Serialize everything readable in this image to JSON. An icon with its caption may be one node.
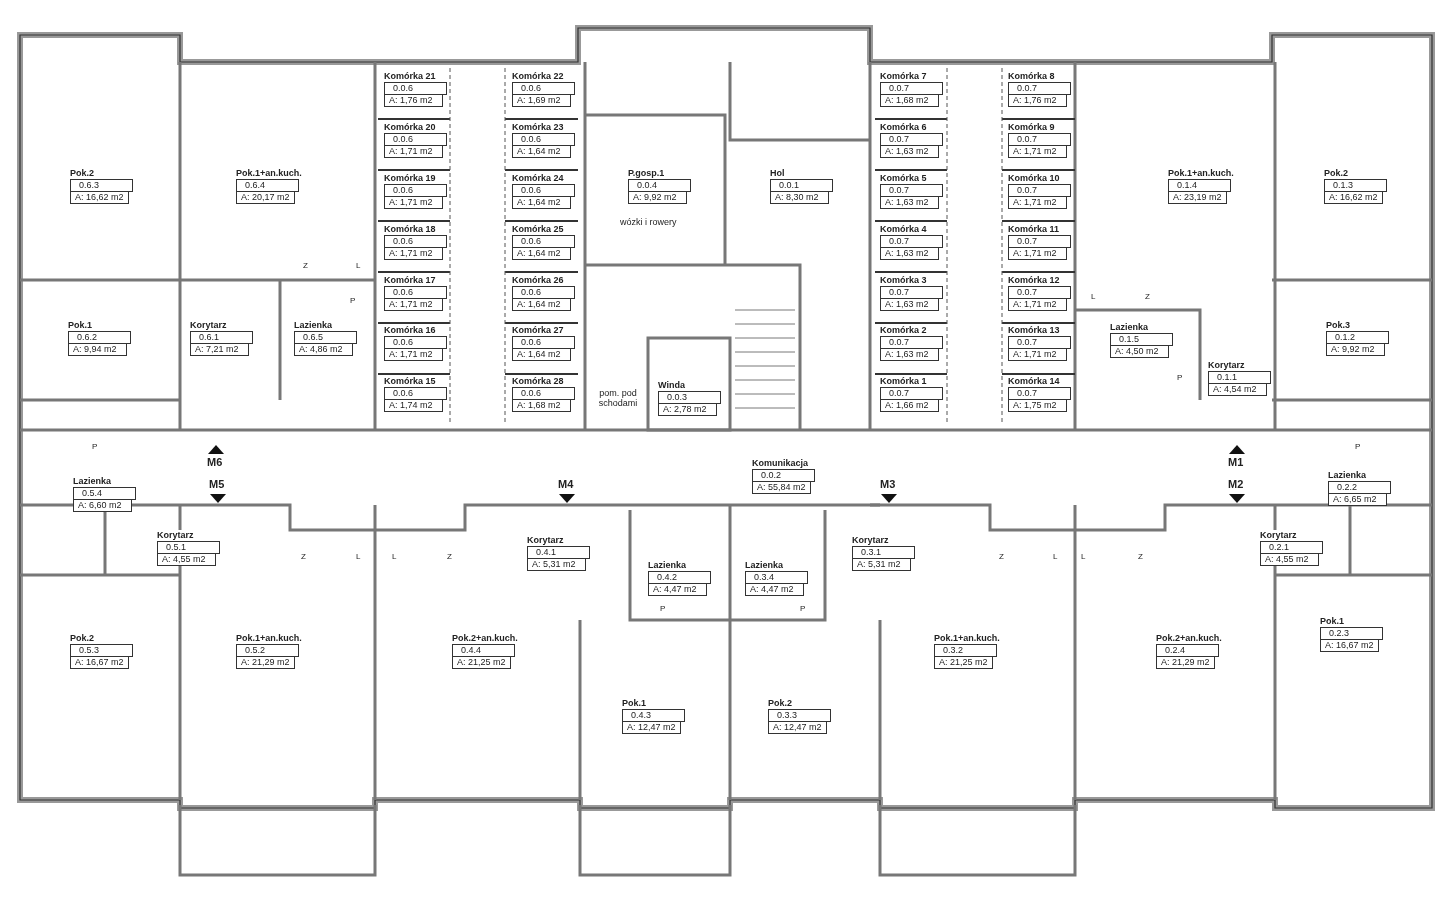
{
  "diagram": {
    "nodes": [
      {
        "text": [
          "Pok.2",
          "0.6.3",
          "A: 16,62 m2"
        ]
      },
      {
        "text": [
          "Pok.1+an.kuch.",
          "0.6.4",
          "A: 20,17 m2"
        ]
      },
      {
        "text": [
          "Komórka 21",
          "0.0.6",
          "A: 1,76 m2"
        ]
      },
      {
        "text": [
          "Komórka 22",
          "0.0.6",
          "A: 1,69 m2"
        ]
      },
      {
        "text": [
          "Komórka 20",
          "0.0.6",
          "A: 1,71 m2"
        ]
      },
      {
        "text": [
          "Komórka 23",
          "0.0.6",
          "A: 1,64 m2"
        ]
      },
      {
        "text": [
          "Komórka 19",
          "0.0.6",
          "A: 1,71 m2"
        ]
      },
      {
        "text": [
          "Komórka 24",
          "0.0.6",
          "A: 1,64 m2"
        ]
      },
      {
        "text": [
          "Komórka 18",
          "0.0.6",
          "A: 1,71 m2"
        ]
      },
      {
        "text": [
          "Komórka 25",
          "0.0.6",
          "A: 1,64 m2"
        ]
      },
      {
        "text": [
          "Komórka 17",
          "0.0.6",
          "A: 1,71 m2"
        ]
      },
      {
        "text": [
          "Komórka 26",
          "0.0.6",
          "A: 1,64 m2"
        ]
      },
      {
        "text": [
          "Komórka 16",
          "0.0.6",
          "A: 1,71 m2"
        ]
      },
      {
        "text": [
          "Komórka 27",
          "0.0.6",
          "A: 1,64 m2"
        ]
      },
      {
        "text": [
          "Komórka 15",
          "0.0.6",
          "A: 1,74 m2"
        ]
      },
      {
        "text": [
          "Komórka 28",
          "0.0.6",
          "A: 1,68 m2"
        ]
      },
      {
        "text": [
          "P.gosp.1",
          "0.0.4",
          "A: 9,92 m2"
        ]
      },
      {
        "text": [
          "Hol",
          "0.0.1",
          "A: 8,30 m2"
        ]
      },
      {
        "text": [
          "Komórka 7",
          "0.0.7",
          "A: 1,68 m2"
        ]
      },
      {
        "text": [
          "Komórka 8",
          "0.0.7",
          "A: 1,76 m2"
        ]
      },
      {
        "text": [
          "Komórka 6",
          "0.0.7",
          "A: 1,63 m2"
        ]
      },
      {
        "text": [
          "Komórka 9",
          "0.0.7",
          "A: 1,71 m2"
        ]
      },
      {
        "text": [
          "Komórka 5",
          "0.0.7",
          "A: 1,63 m2"
        ]
      },
      {
        "text": [
          "Komórka 10",
          "0.0.7",
          "A: 1,71 m2"
        ]
      },
      {
        "text": [
          "Komórka 4",
          "0.0.7",
          "A: 1,63 m2"
        ]
      },
      {
        "text": [
          "Komórka 11",
          "0.0.7",
          "A: 1,71 m2"
        ]
      },
      {
        "text": [
          "Komórka 3",
          "0.0.7",
          "A: 1,63 m2"
        ]
      },
      {
        "text": [
          "Komórka 12",
          "0.0.7",
          "A: 1,71 m2"
        ]
      },
      {
        "text": [
          "Komórka 2",
          "0.0.7",
          "A: 1,63 m2"
        ]
      },
      {
        "text": [
          "Komórka 13",
          "0.0.7",
          "A: 1,71 m2"
        ]
      },
      {
        "text": [
          "Komórka 1",
          "0.0.7",
          "A: 1,66 m2"
        ]
      },
      {
        "text": [
          "Komórka 14",
          "0.0.7",
          "A: 1,75 m2"
        ]
      },
      {
        "text": [
          "Pok.1+an.kuch.",
          "0.1.4",
          "A: 23,19 m2"
        ]
      },
      {
        "text": [
          "Pok.2",
          "0.1.3",
          "A: 16,62 m2"
        ]
      },
      {
        "text": [
          "Pok.1",
          "0.6.2",
          "A: 9,94 m2"
        ]
      },
      {
        "text": [
          "Korytarz",
          "0.6.1",
          "A: 7,21 m2"
        ]
      },
      {
        "text": [
          "Lazienka",
          "0.6.5",
          "A: 4,86 m2"
        ]
      },
      {
        "text": [
          "Lazienka",
          "0.1.5",
          "A: 4,50 m2"
        ]
      },
      {
        "text": [
          "Pok.3",
          "0.1.2",
          "A: 9,92 m2"
        ]
      },
      {
        "text": [
          "Korytarz",
          "0.1.1",
          "A: 4,54 m2"
        ]
      },
      {
        "text": [
          "Winda",
          "0.0.3",
          "A: 2,78 m2"
        ]
      },
      {
        "text": [
          "Komunikacja",
          "0.0.2",
          "A: 55,84 m2"
        ]
      },
      {
        "text": [
          "Lazienka",
          "0.2.2",
          "A: 6,65 m2"
        ]
      },
      {
        "text": [
          "Lazienka",
          "0.5.4",
          "A: 6,60 m2"
        ]
      },
      {
        "text": [
          "Korytarz",
          "0.5.1",
          "A: 4,55 m2"
        ]
      },
      {
        "text": [
          "Korytarz",
          "0.4.1",
          "A: 5,31 m2"
        ]
      },
      {
        "text": [
          "Korytarz",
          "0.3.1",
          "A: 5,31 m2"
        ]
      },
      {
        "text": [
          "Korytarz",
          "0.2.1",
          "A: 4,55 m2"
        ]
      },
      {
        "text": [
          "Lazienka",
          "0.4.2",
          "A: 4,47 m2"
        ]
      },
      {
        "text": [
          "Lazienka",
          "0.3.4",
          "A: 4,47 m2"
        ]
      },
      {
        "text": [
          "Pok.1",
          "0.2.3",
          "A: 16,67 m2"
        ]
      },
      {
        "text": [
          "Pok.2",
          "0.5.3",
          "A: 16,67 m2"
        ]
      },
      {
        "text": [
          "Pok.1+an.kuch.",
          "0.5.2",
          "A: 21,29 m2"
        ]
      },
      {
        "text": [
          "Pok.2+an.kuch.",
          "0.4.4",
          "A: 21,25 m2"
        ]
      },
      {
        "text": [
          "Pok.1+an.kuch.",
          "0.3.2",
          "A: 21,25 m2"
        ]
      },
      {
        "text": [
          "Pok.2+an.kuch.",
          "0.2.4",
          "A: 21,29 m2"
        ]
      },
      {
        "text": [
          "Pok.1",
          "0.4.3",
          "A: 12,47 m2"
        ]
      },
      {
        "text": [
          "Pok.2",
          "0.3.3",
          "A: 12,47 m2"
        ]
      }
    ],
    "labels": [
      "wózki i rowery",
      "Z",
      "L",
      "P",
      "L",
      "Z",
      "P",
      "pom. pod schodami",
      "P",
      "P",
      "M6",
      "M1",
      "M5",
      "M4",
      "M3",
      "M2",
      "Z",
      "L",
      "L",
      "Z",
      "P",
      "P",
      "Z",
      "L",
      "L",
      "Z"
    ]
  }
}
